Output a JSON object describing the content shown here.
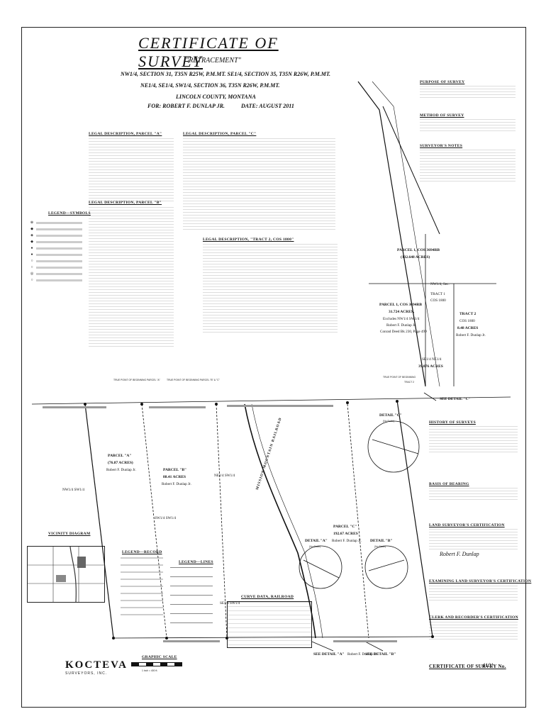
{
  "title": "CERTIFICATE OF SURVEY",
  "subtitle": "\"RETRACEMENT\"",
  "header": {
    "line1": "NW1/4, SECTION 31, T35N R25W, P.M.MT. SE1/4, SECTION 35, T35N R26W, P.M.MT.",
    "line2": "NE1/4, SE1/4, SW1/4, SECTION 36, T35N R26W, P.M.MT.",
    "line3": "LINCOLN COUNTY, MONTANA",
    "for_label": "FOR: ROBERT F. DUNLAP JR.",
    "date_label": "DATE: AUGUST 2011"
  },
  "sections": {
    "legal_a": "LEGAL DESCRIPTION, PARCEL \"A\"",
    "legal_b": "LEGAL DESCRIPTION, PARCEL \"B\"",
    "legal_c": "LEGAL DESCRIPTION, PARCEL \"C\"",
    "legal_tract": "LEGAL DESCRIPTION, \"TRACT 2, COS 1800\"",
    "legend_symbols": "LEGEND—SYMBOLS",
    "legend_record": "LEGEND—RECORD",
    "legend_lines": "LEGEND—LINES",
    "vicinity": "VICINITY DIAGRAM",
    "purpose": "PURPOSE OF SURVEY",
    "method": "METHOD OF SURVEY",
    "notes": "SURVEYOR'S NOTES",
    "history": "HISTORY OF SURVEYS",
    "basis": "BASIS OF BEARING",
    "land_cert": "LAND SURVEYOR'S CERTIFICATION",
    "exam_cert": "EXAMINING LAND SURVEYOR'S CERTIFICATION",
    "clerk_cert": "CLERK AND RECORDER'S CERTIFICATION",
    "curve_data": "CURVE DATA, RAILROAD",
    "graphic_scale": "GRAPHIC SCALE",
    "cos_label": "CERTIFICATE OF SURVEY No."
  },
  "map": {
    "parcel_a": "PARCEL \"A\"",
    "parcel_a_area": "(76.87 ACRES)",
    "parcel_a_owner": "Robert F. Dunlap Jr.",
    "parcel_b": "PARCEL \"B\"",
    "parcel_b_area": "88.41 ACRES",
    "parcel_b_owner": "Robert F. Dunlap Jr.",
    "parcel_c": "PARCEL \"C\"",
    "parcel_c_area": "192.67 ACRES",
    "parcel_c_owner": "Robert F. Dunlap Jr.",
    "parcel_1": "PARCEL 1, COS 3694RB",
    "parcel_1_area": "(132.648 ACRES)",
    "parcel_1b": "PARCEL 1, COS 3694RB",
    "parcel_1b_area": "31.724 ACRES,",
    "parcel_1b_sub": "Excludes NW1/4 SW1/4",
    "parcel_1b_owner": "Robert F. Dunlap Jr.",
    "parcel_1b_deed": "Conrad Deed Bk 230, Page 499",
    "tract1": "TRACT 1",
    "tract1_cos": "COS 1800",
    "tract2": "TRACT 2",
    "tract2_cos": "COS 1800",
    "tract2_area": "8.48 ACRES",
    "tract2_owner": "Robert F. Dunlap Jr.",
    "se_sw": "SE1/4 NE1/4",
    "se_sw_area": "39.876 ACRES",
    "nw_sw": "NW1/4 SW1/4",
    "ne_sw": "NE1/4 SW1/4",
    "sw_sw": "SW1/4 SW1/4",
    "se_sw2": "SE1/4 SW1/4",
    "nw_se": "NW1/4, Sec.",
    "railroad": "MISSION MOUNTAIN RAILROAD",
    "detail_a": "DETAIL \"A\"",
    "detail_b": "DETAIL \"B\"",
    "detail_c": "DETAIL \"C\"",
    "no_scale": "(No Scale)",
    "see_a": "SEE DETAIL \"A\"",
    "see_b": "SEE DETAIL \"B\"",
    "see_c": "SEE DETAIL \"C\"",
    "true_pob": "TRUE POINT OF BEGINNING",
    "tract_2": "TRACT 2",
    "tpob_a": "TRUE POINT OF BEGINNING PARCEL \"A\"",
    "tpob_b": "TRUE POINT OF BEGINNING PARCEL \"B\" & \"C\"",
    "dunlap_bottom": "Robert F. Dunlap Jr."
  },
  "company": {
    "name": "KOCTEVA",
    "sub": "SURVEYORS, INC."
  },
  "signature": "Robert F. Dunlap",
  "cos_number": "4101",
  "scale": "1 inch = 400 ft.",
  "colors": {
    "ink": "#111111",
    "paper": "#ffffff"
  }
}
